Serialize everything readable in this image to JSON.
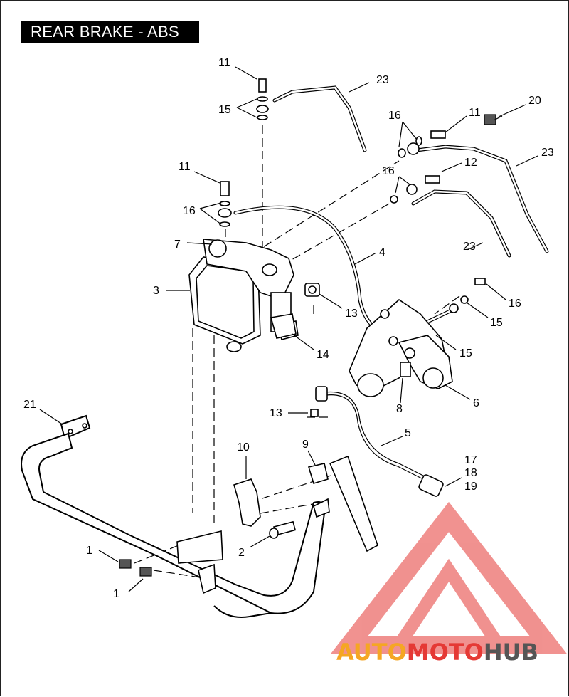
{
  "title": "REAR BRAKE - ABS",
  "callouts": {
    "c11a": "11",
    "c15a": "15",
    "c23a": "23",
    "c16a": "16",
    "c11b": "11",
    "c20": "20",
    "c23b": "23",
    "c16b": "16",
    "c12": "12",
    "c11c": "11",
    "c16c": "16",
    "c7": "7",
    "c23c": "23",
    "c4": "4",
    "c3": "3",
    "c13a": "13",
    "c16d": "16",
    "c15b": "15",
    "c14": "14",
    "c15c": "15",
    "c6": "6",
    "c8": "8",
    "c21": "21",
    "c13b": "13",
    "c5": "5",
    "c10": "10",
    "c9": "9",
    "c17": "17",
    "c18": "18",
    "c19": "19",
    "c2": "2",
    "c1a": "1",
    "c1b": "1"
  },
  "watermark": {
    "part1": "AUTO",
    "part2": "MOTO",
    "part3": "HUB"
  },
  "colors": {
    "title_bar": "#000000",
    "watermark_red": "#e53935",
    "watermark_orange": "#f5a623",
    "watermark_gray": "#555555"
  }
}
